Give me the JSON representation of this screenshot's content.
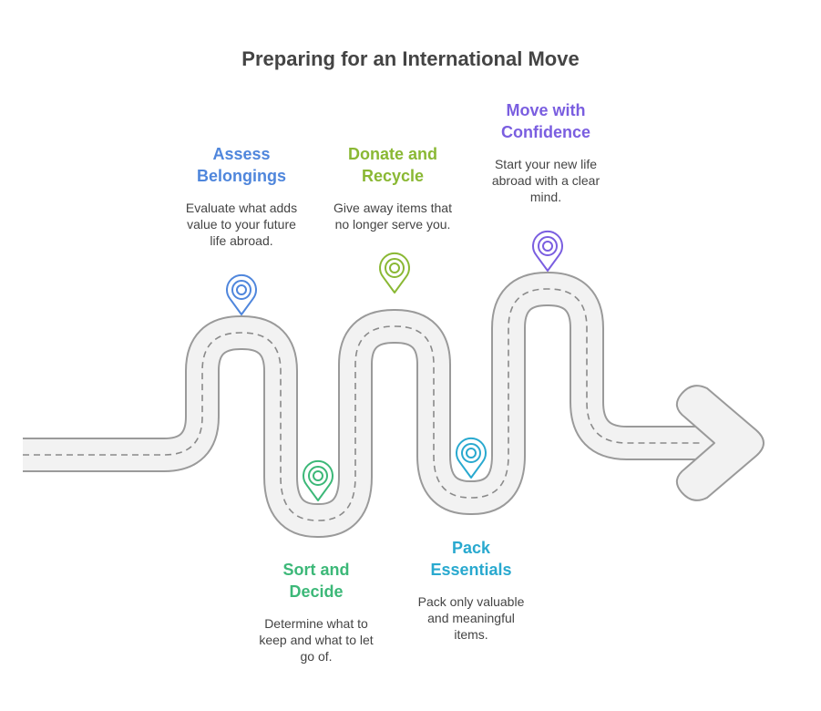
{
  "title": "Preparing for an International Move",
  "steps": [
    {
      "title_line1": "Assess",
      "title_line2": "Belongings",
      "desc_lines": [
        "Evaluate what adds",
        "value to your future",
        "life abroad."
      ],
      "color": "#4f86dc"
    },
    {
      "title_line1": "Sort and",
      "title_line2": "Decide",
      "desc_lines": [
        "Determine what to",
        "keep and what to let",
        "go of."
      ],
      "color": "#3cb878"
    },
    {
      "title_line1": "Donate and",
      "title_line2": "Recycle",
      "desc_lines": [
        "Give away items that",
        "no longer serve you."
      ],
      "color": "#8ab834"
    },
    {
      "title_line1": "Pack",
      "title_line2": "Essentials",
      "desc_lines": [
        "Pack only valuable",
        "and meaningful",
        "items."
      ],
      "color": "#29a9cf"
    },
    {
      "title_line1": "Move with",
      "title_line2": "Confidence",
      "desc_lines": [
        "Start your new life",
        "abroad with a clear",
        "mind."
      ],
      "color": "#7a5ee0"
    }
  ]
}
